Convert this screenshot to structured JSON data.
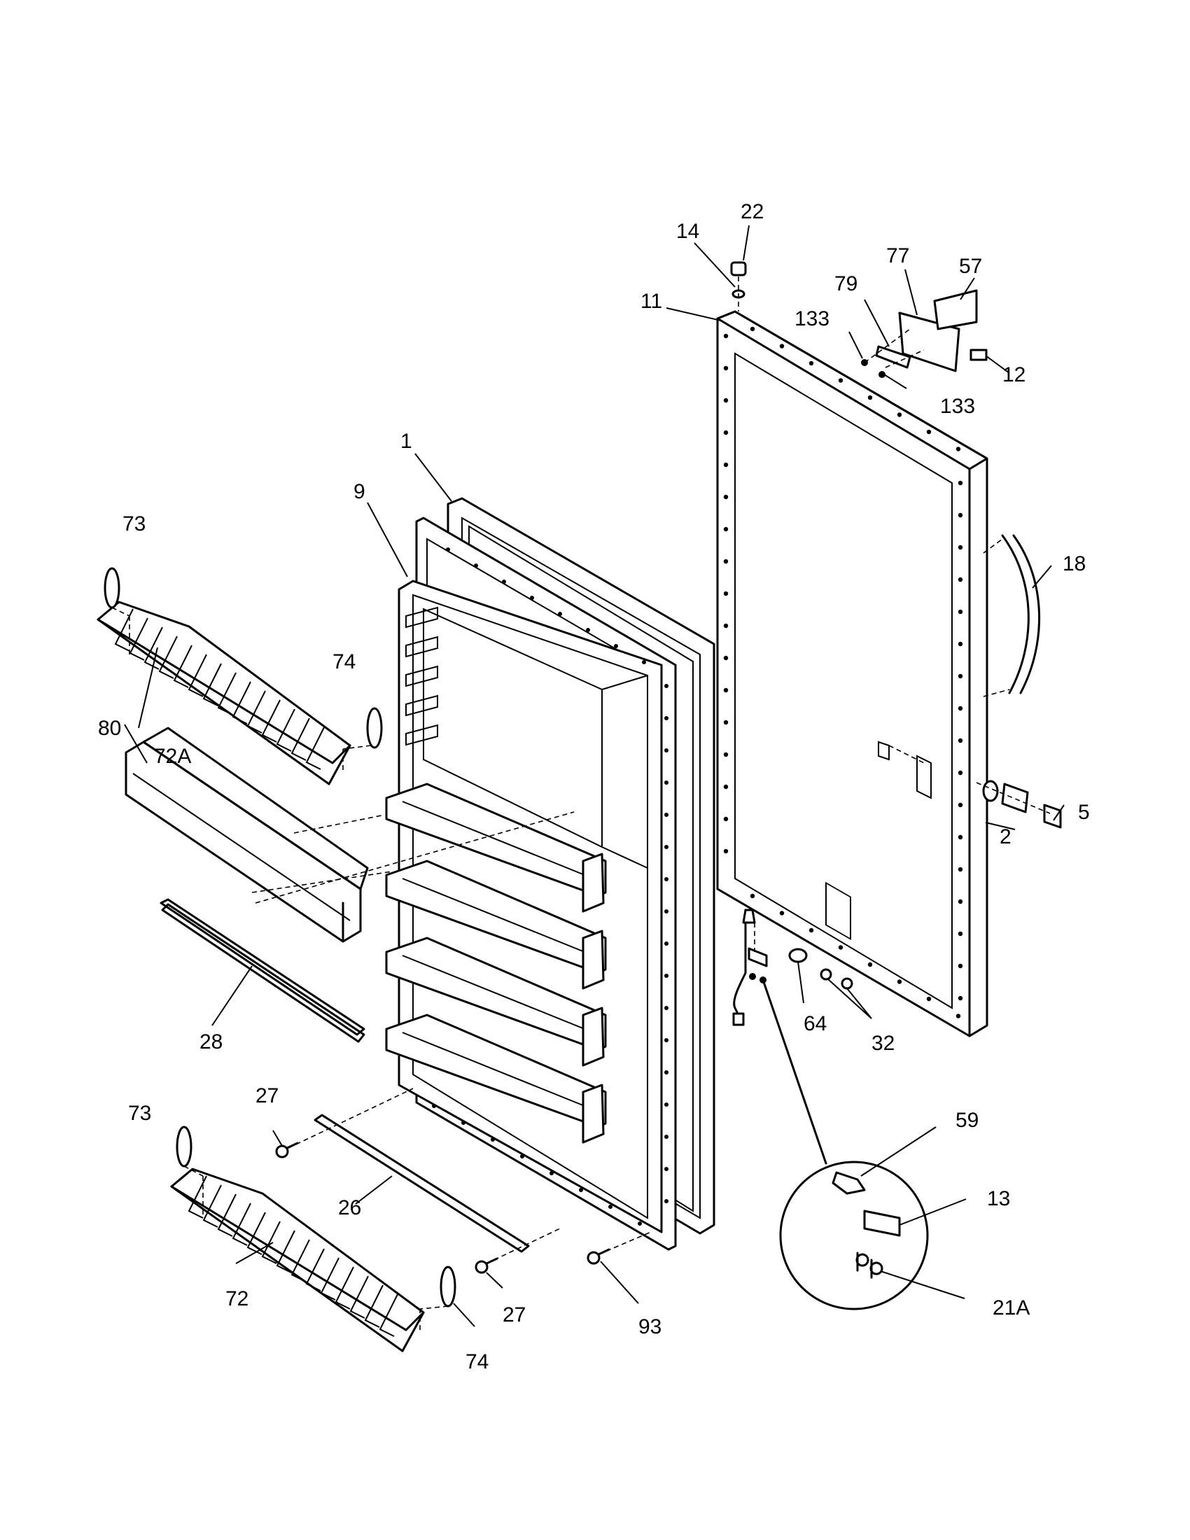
{
  "callouts": {
    "p1": "1",
    "p2": "2",
    "p5": "5",
    "p9": "9",
    "p11": "11",
    "p12": "12",
    "p13": "13",
    "p14": "14",
    "p18": "18",
    "p21a": "21A",
    "p22": "22",
    "p26": "26",
    "p27a": "27",
    "p27b": "27",
    "p28": "28",
    "p32": "32",
    "p57": "57",
    "p59": "59",
    "p64": "64",
    "p72": "72",
    "p72a": "72A",
    "p73a": "73",
    "p73b": "73",
    "p74a": "74",
    "p74b": "74",
    "p77": "77",
    "p79": "79",
    "p80": "80",
    "p93": "93",
    "p133a": "133",
    "p133b": "133"
  }
}
